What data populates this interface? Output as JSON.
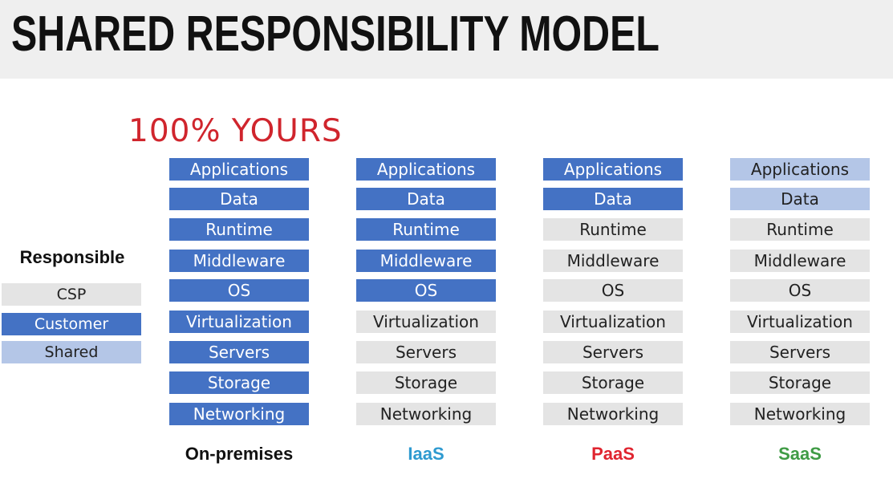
{
  "title": "SHARED RESPONSIBILITY MODEL",
  "annotation": "100% YOURS",
  "colors": {
    "customer": "#4472c4",
    "csp": "#e4e4e4",
    "shared": "#b4c6e7",
    "annotation": "#d0252d",
    "iaas_label": "#2e9ad0",
    "paas_label": "#e0242f",
    "saas_label": "#3f9b45"
  },
  "legend": {
    "title": "Responsible",
    "items": [
      {
        "label": "CSP",
        "type": "csp"
      },
      {
        "label": "Customer",
        "type": "customer"
      },
      {
        "label": "Shared",
        "type": "shared"
      }
    ]
  },
  "columns": [
    {
      "label": "On-premises",
      "label_color": "#111111",
      "layers": [
        {
          "label": "Applications",
          "type": "customer"
        },
        {
          "label": "Data",
          "type": "customer"
        },
        {
          "label": "Runtime",
          "type": "customer"
        },
        {
          "label": "Middleware",
          "type": "customer"
        },
        {
          "label": "OS",
          "type": "customer"
        },
        {
          "label": "Virtualization",
          "type": "customer"
        },
        {
          "label": "Servers",
          "type": "customer"
        },
        {
          "label": "Storage",
          "type": "customer"
        },
        {
          "label": "Networking",
          "type": "customer"
        }
      ]
    },
    {
      "label": "IaaS",
      "label_color": "#2e9ad0",
      "layers": [
        {
          "label": "Applications",
          "type": "customer"
        },
        {
          "label": "Data",
          "type": "customer"
        },
        {
          "label": "Runtime",
          "type": "customer"
        },
        {
          "label": "Middleware",
          "type": "customer"
        },
        {
          "label": "OS",
          "type": "customer"
        },
        {
          "label": "Virtualization",
          "type": "csp"
        },
        {
          "label": "Servers",
          "type": "csp"
        },
        {
          "label": "Storage",
          "type": "csp"
        },
        {
          "label": "Networking",
          "type": "csp"
        }
      ]
    },
    {
      "label": "PaaS",
      "label_color": "#e0242f",
      "layers": [
        {
          "label": "Applications",
          "type": "customer"
        },
        {
          "label": "Data",
          "type": "customer"
        },
        {
          "label": "Runtime",
          "type": "csp"
        },
        {
          "label": "Middleware",
          "type": "csp"
        },
        {
          "label": "OS",
          "type": "csp"
        },
        {
          "label": "Virtualization",
          "type": "csp"
        },
        {
          "label": "Servers",
          "type": "csp"
        },
        {
          "label": "Storage",
          "type": "csp"
        },
        {
          "label": "Networking",
          "type": "csp"
        }
      ]
    },
    {
      "label": "SaaS",
      "label_color": "#3f9b45",
      "layers": [
        {
          "label": "Applications",
          "type": "shared"
        },
        {
          "label": "Data",
          "type": "shared"
        },
        {
          "label": "Runtime",
          "type": "csp"
        },
        {
          "label": "Middleware",
          "type": "csp"
        },
        {
          "label": "OS",
          "type": "csp"
        },
        {
          "label": "Virtualization",
          "type": "csp"
        },
        {
          "label": "Servers",
          "type": "csp"
        },
        {
          "label": "Storage",
          "type": "csp"
        },
        {
          "label": "Networking",
          "type": "csp"
        }
      ]
    }
  ]
}
